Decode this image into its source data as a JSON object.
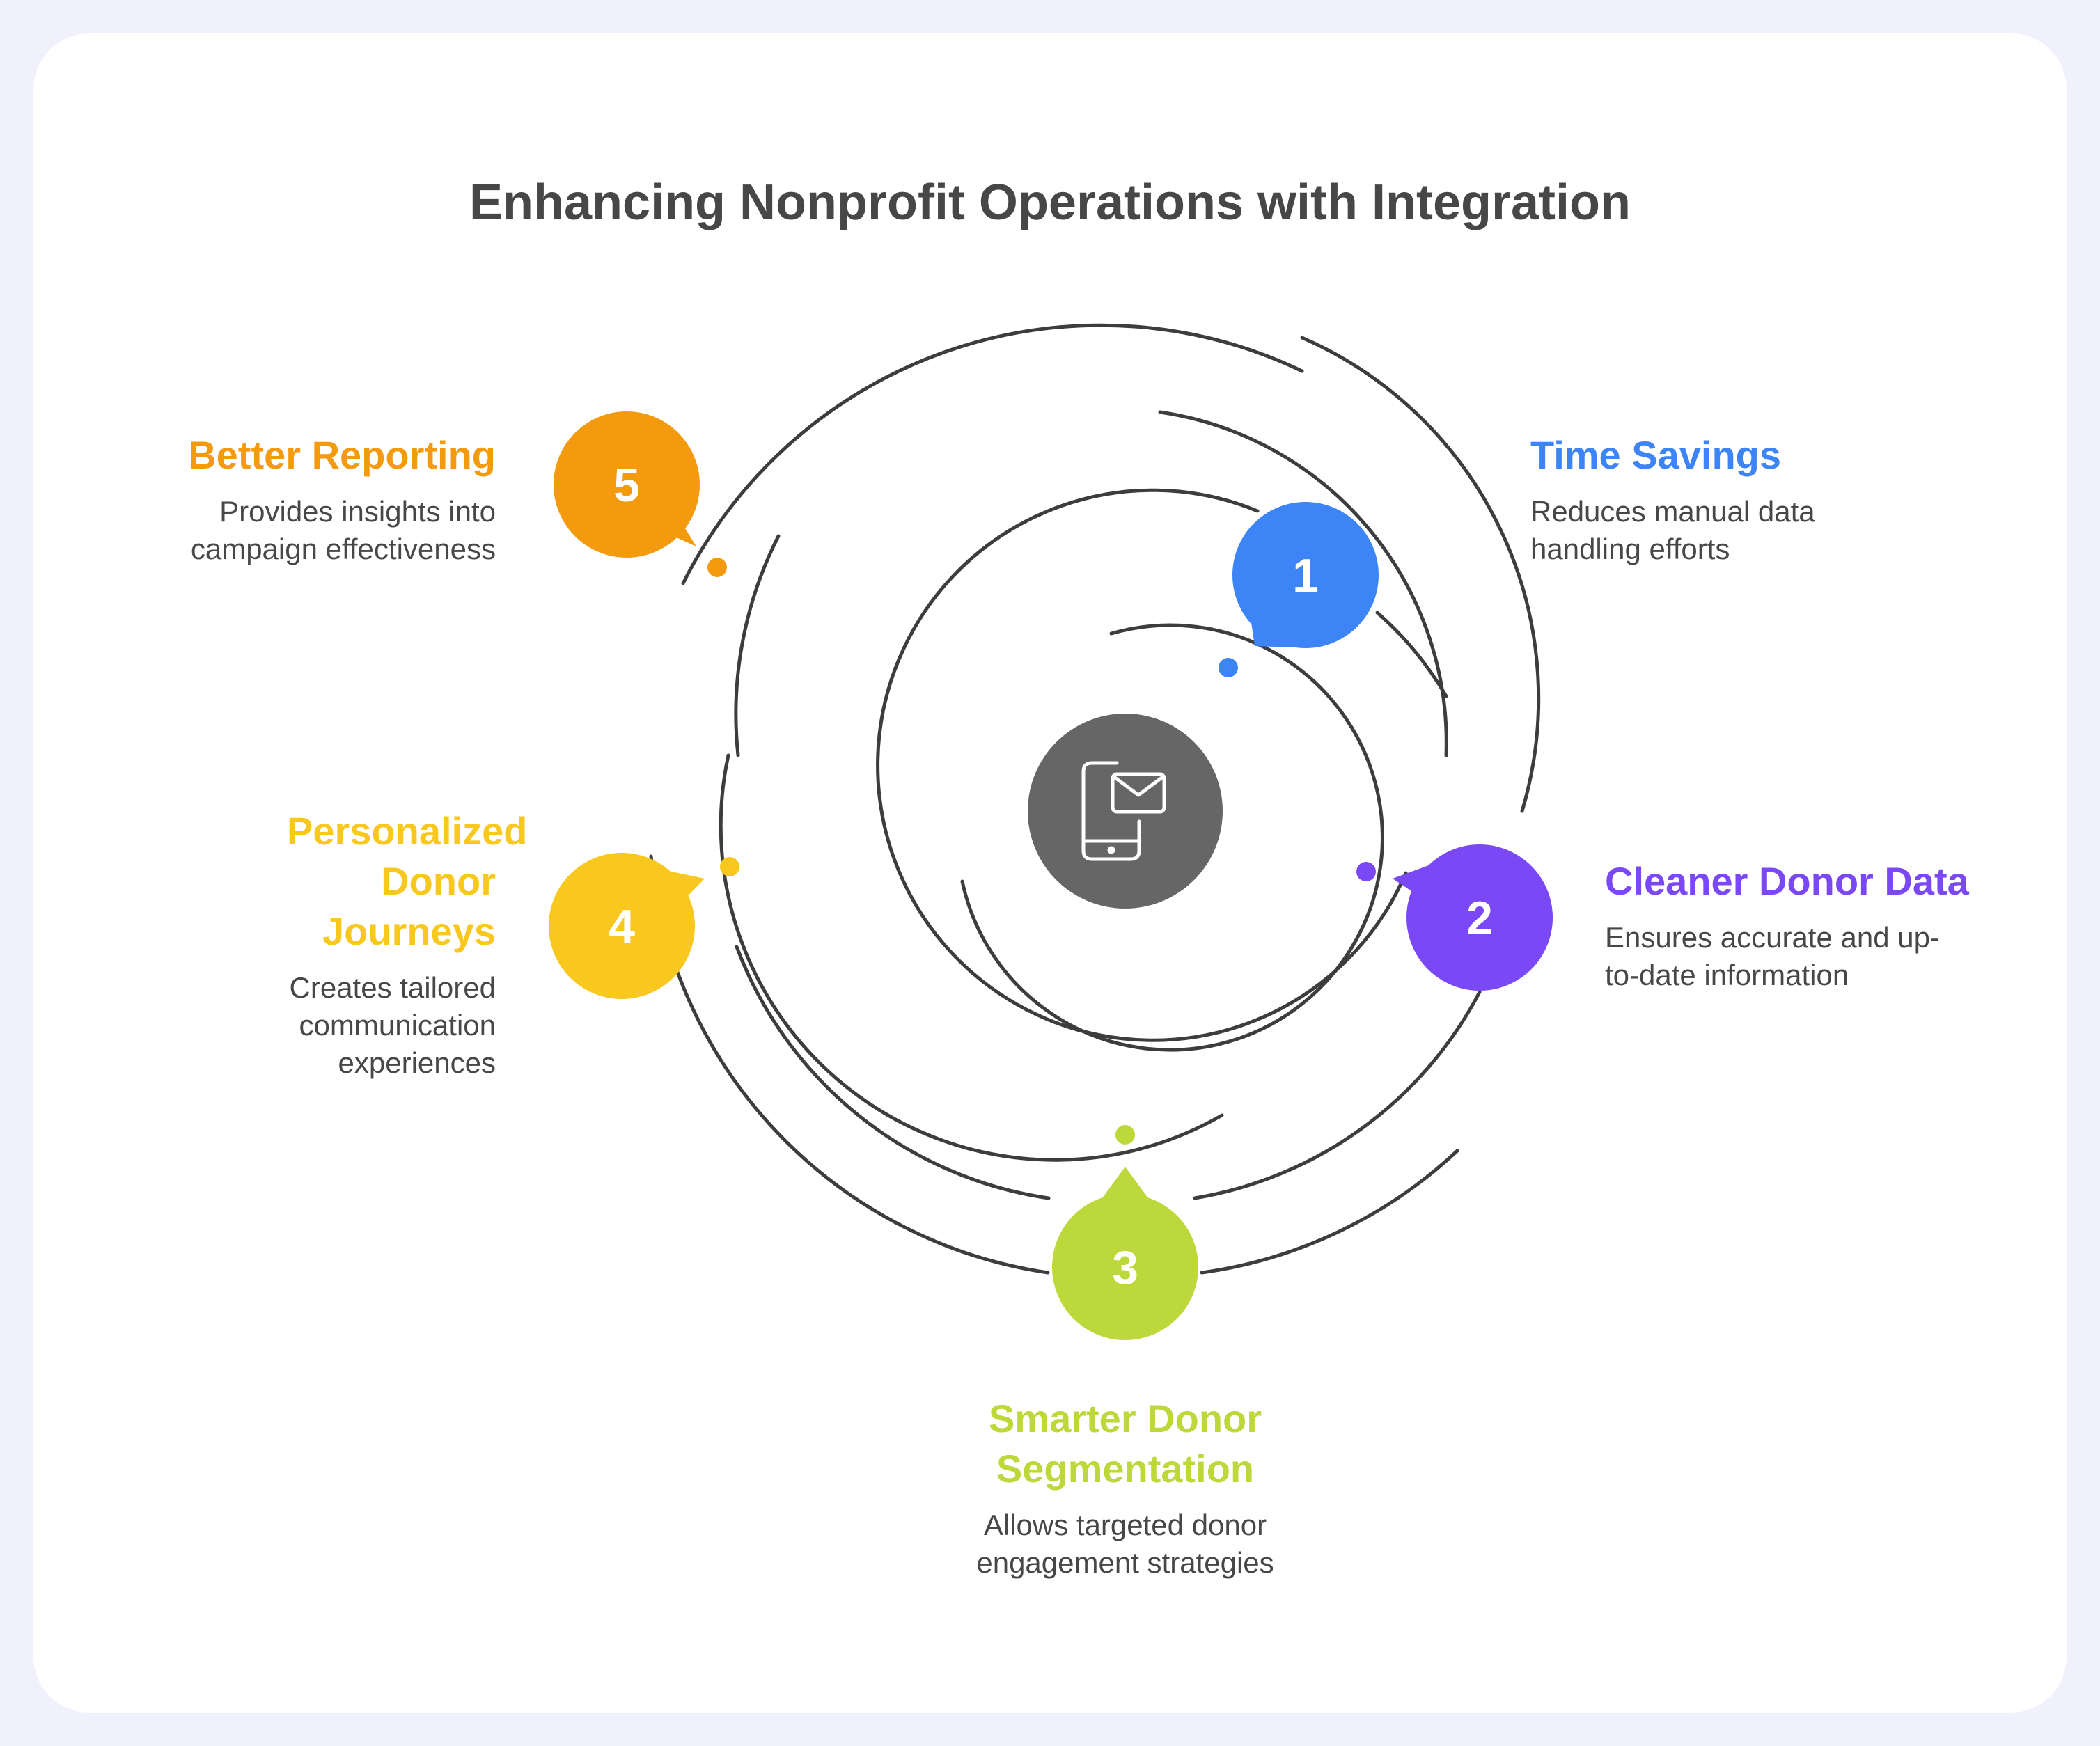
{
  "title": "Enhancing Nonprofit Operations with Integration",
  "center_icon": "phone-mail-icon",
  "colors": {
    "step1": "#3d85f6",
    "step2": "#7b48f6",
    "step3": "#bcd83a",
    "step4": "#f9c81e",
    "step5": "#f49a0e",
    "rings": "#3d3d3d",
    "center": "#666666"
  },
  "steps": [
    {
      "number": "1",
      "title": "Time Savings",
      "description": "Reduces manual data handling efforts"
    },
    {
      "number": "2",
      "title": "Cleaner Donor Data",
      "description": "Ensures accurate and up-to-date information"
    },
    {
      "number": "3",
      "title": "Smarter Donor Segmentation",
      "description": "Allows targeted donor engagement strategies"
    },
    {
      "number": "4",
      "title": "Personalized Donor Journeys",
      "description": "Creates tailored communication experiences"
    },
    {
      "number": "5",
      "title": "Better Reporting",
      "description": "Provides insights into campaign effectiveness"
    }
  ]
}
